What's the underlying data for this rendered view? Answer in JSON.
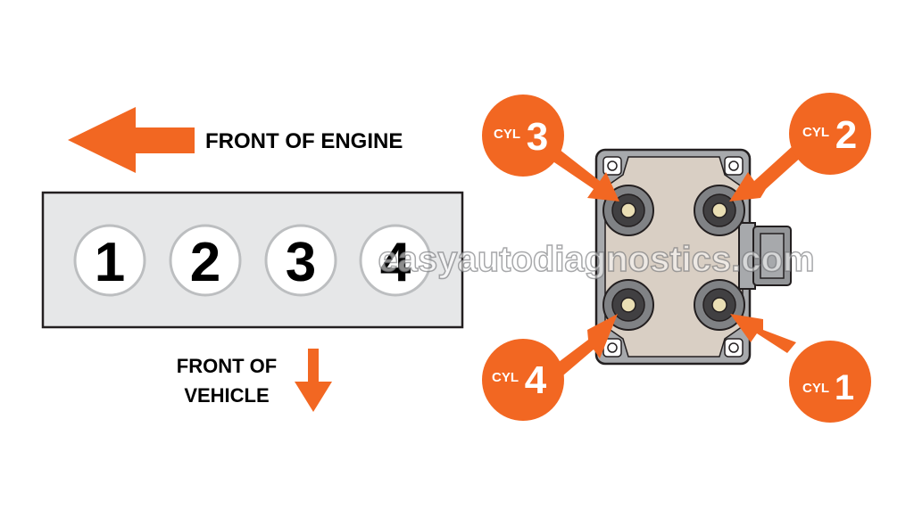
{
  "labels": {
    "front_of_engine": "FRONT OF ENGINE",
    "front_of_vehicle_line1": "FRONT OF",
    "front_of_vehicle_line2": "VEHICLE",
    "watermark": "easyautodiagnostics.com"
  },
  "cylinders": [
    "1",
    "2",
    "3",
    "4"
  ],
  "cyl_prefix": "CYL",
  "callouts": [
    {
      "prefix": "CYL",
      "number": "3"
    },
    {
      "prefix": "CYL",
      "number": "2"
    },
    {
      "prefix": "CYL",
      "number": "4"
    },
    {
      "prefix": "CYL",
      "number": "1"
    }
  ],
  "colors": {
    "accent_orange": "#F26722",
    "engine_block_fill": "#E6E7E8",
    "coil_body": "#D9CFC4",
    "coil_frame": "#A7A9AC",
    "tower_outer": "#808285",
    "terminal": "#E9DEB4",
    "outline": "#231F20"
  }
}
